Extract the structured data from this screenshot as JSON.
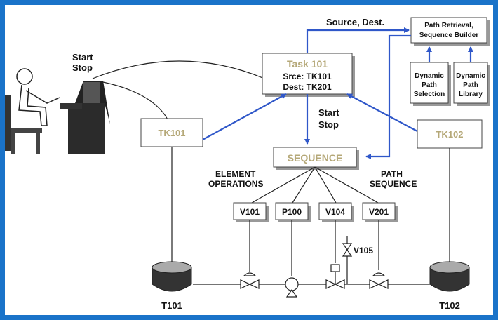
{
  "labels": {
    "start_stop_left": [
      "Start",
      "Stop"
    ],
    "source_dest": "Source, Dest.",
    "task_title": "Task 101",
    "task_src": "Srce: TK101",
    "task_dest": "Dest: TK201",
    "start_stop_center": [
      "Start",
      "Stop"
    ],
    "path_retrieval": [
      "Path Retrieval,",
      "Sequence Builder"
    ],
    "dyn_path_selection": [
      "Dynamic",
      "Path",
      "Selection"
    ],
    "dyn_path_library": [
      "Dynamic",
      "Path",
      "Library"
    ],
    "tk101": "TK101",
    "tk102": "TK102",
    "sequence": "SEQUENCE",
    "element_ops": [
      "ELEMENT",
      "OPERATIONS"
    ],
    "path_seq": [
      "PATH",
      "SEQUENCE"
    ],
    "elements": [
      "V101",
      "P100",
      "V104",
      "V201"
    ],
    "v105": "V105",
    "t101": "T101",
    "t102": "T102"
  },
  "colors": {
    "frame": "#1a73c9",
    "arrow": "#2f57c9",
    "tan_text": "#b5a878"
  }
}
